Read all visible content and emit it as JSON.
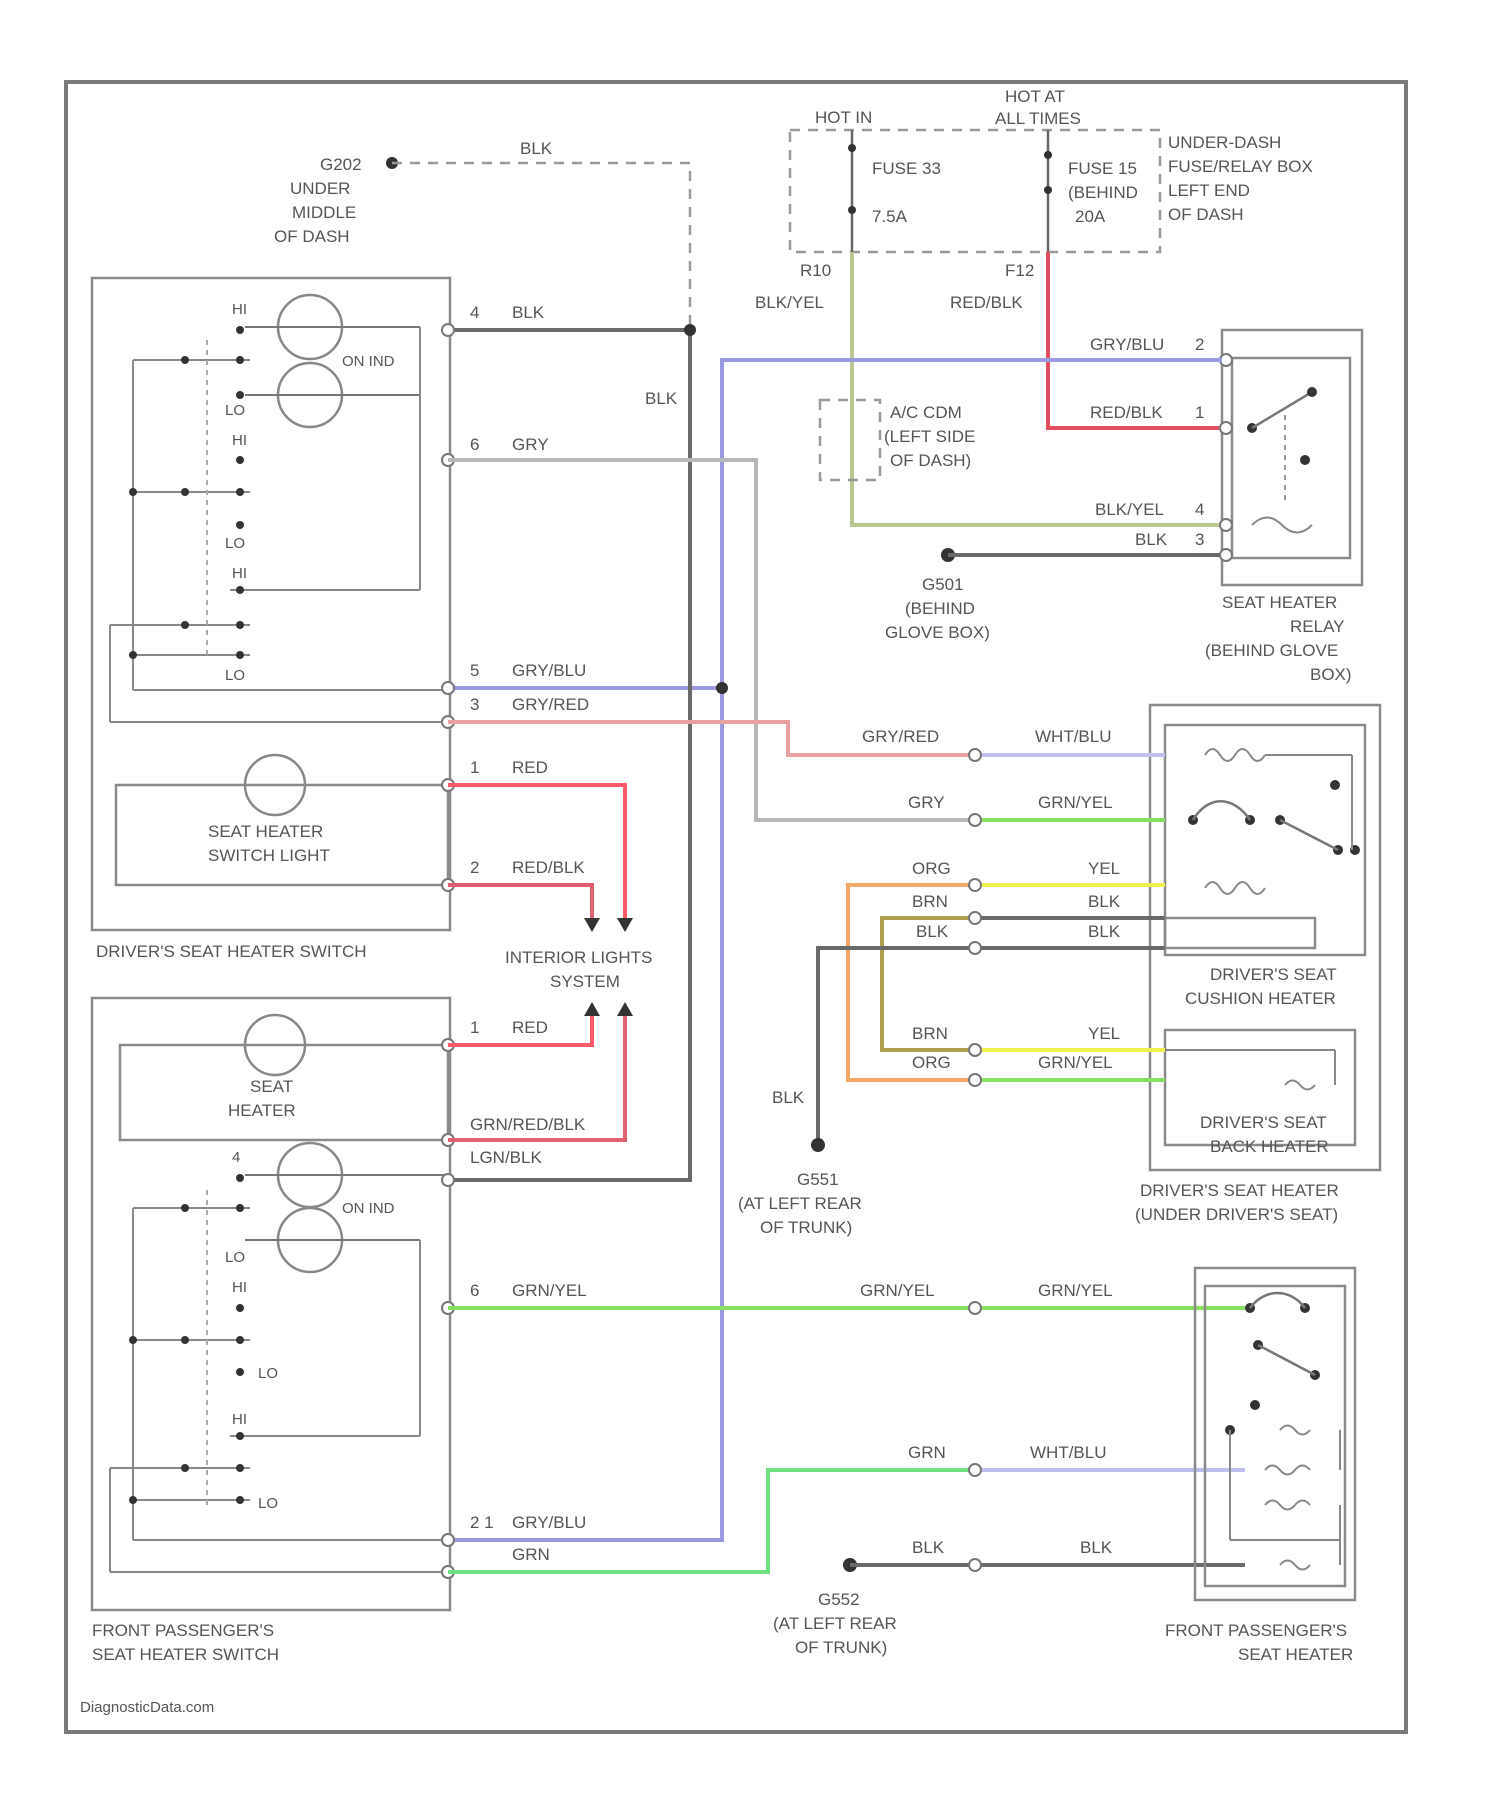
{
  "colors": {
    "blk": "#6a6a6a",
    "gry": "#b8b8b8",
    "gry_blu": "#9a9ae0",
    "gry_red": "#e8a0a0",
    "red": "#ff5a6a",
    "red_blk": "#e06070",
    "grn_yel": "#88e060",
    "grn": "#6ee080",
    "yel": "#f0f050",
    "org": "#f4a868",
    "brn": "#b0a050",
    "wht_blu": "#c0c0f0",
    "blk_yel": "#b8c890",
    "frame": "#8a8a8a"
  },
  "labels": {
    "g202": "G202",
    "under": "UNDER",
    "middle": "MIDDLE",
    "of_dash": "OF DASH",
    "blk_top": "BLK",
    "blk_mid": "BLK",
    "hot_in": "HOT IN",
    "hot_at": "HOT AT",
    "all_times": "ALL TIMES",
    "fuse_a": "FUSE 33",
    "fuse_a_amp": "7.5A",
    "fuse_b": "FUSE 15",
    "fuse_b_loc": "(BEHIND",
    "fuse_b_amp": "20A",
    "ud_box_1": "UNDER-DASH",
    "ud_box_2": "FUSE/RELAY BOX",
    "ud_box_3": "LEFT END",
    "ud_box_4": "OF DASH",
    "red_conn": "R10",
    "f12": "F12",
    "blk_yel_a": "BLK/YEL",
    "red_blk_a": "RED/BLK",
    "gry_blu_r": "GRY/BLU",
    "red_blk_r": "RED/BLK",
    "blk_yel_r": "BLK/YEL",
    "blk_r": "BLK",
    "pin_r1": "2",
    "pin_r2": "1",
    "pin_r3": "4",
    "pin_r4": "3",
    "ac_comm_1": "A/C CDM",
    "ac_comm_2": "(LEFT SIDE",
    "ac_comm_3": "OF DASH)",
    "g501": "G501",
    "behind": "(BEHIND",
    "glove_box": "GLOVE BOX)",
    "relay_1": "SEAT HEATER",
    "relay_2": "RELAY",
    "relay_3": "(BEHIND GLOVE",
    "relay_4": "BOX)",
    "hi": "HI",
    "lo": "LO",
    "on_ind": "ON IND",
    "pin_4": "4",
    "pin_6": "6",
    "pin_5": "5",
    "pin_3": "3",
    "pin_1": "1",
    "pin_2": "2",
    "w_blk": "BLK",
    "w_gry": "GRY",
    "w_gry_blu": "GRY/BLU",
    "w_gry_red": "GRY/RED",
    "w_red": "RED",
    "w_red_blk": "RED/BLK",
    "switch_light_1": "SEAT HEATER",
    "switch_light_2": "SWITCH LIGHT",
    "driver_switch": "DRIVER'S SEAT HEATER SWITCH",
    "interior_1": "INTERIOR LIGHTS",
    "interior_2": "SYSTEM",
    "c_gry_red": "GRY/RED",
    "c_wht_blu": "WHT/BLU",
    "c_gry": "GRY",
    "c_grn_yel": "GRN/YEL",
    "c_org": "ORG",
    "c_yel": "YEL",
    "c_brn": "BRN",
    "c_blk": "BLK",
    "c_blk2": "BLK",
    "c_blk3": "BLK",
    "c_brn2": "BRN",
    "c_yel2": "YEL",
    "c_org2": "ORG",
    "c_grn_yel2": "GRN/YEL",
    "cushion_1": "DRIVER'S SEAT",
    "cushion_2": "CUSHION HEATER",
    "back_1": "DRIVER'S SEAT",
    "back_2": "BACK HEATER",
    "dsh_1": "DRIVER'S SEAT HEATER",
    "dsh_2": "(UNDER DRIVER'S SEAT)",
    "g551": "G551",
    "at_left_rear": "(AT LEFT REAR",
    "of_trunk": "OF TRUNK)",
    "blk_g551": "BLK",
    "seat_heater_1": "SEAT",
    "seat_heater_2": "HEATER",
    "p_red": "RED",
    "p_red_blk": "GRN/RED/BLK",
    "p_lgn_blk": "LGN/BLK",
    "p_grn_yel": "GRN/YEL",
    "p_grn_yel2": "GRN/YEL",
    "p_grn_yel3": "GRN/YEL",
    "p_gry_blu": "GRY/BLU",
    "p_grn": "GRN",
    "p_grn2": "GRN",
    "p_wht_blu": "WHT/BLU",
    "p_blk": "BLK",
    "p_blk2": "BLK",
    "pin_21": "2 1",
    "pass_switch_1": "FRONT PASSENGER'S",
    "pass_switch_2": "SEAT HEATER SWITCH",
    "g552": "G552",
    "at_left_rear2": "(AT LEFT REAR",
    "of_trunk2": "OF TRUNK)",
    "pass_heater_1": "FRONT PASSENGER'S",
    "pass_heater_2": "SEAT HEATER",
    "watermark": "DiagnosticData.com"
  }
}
